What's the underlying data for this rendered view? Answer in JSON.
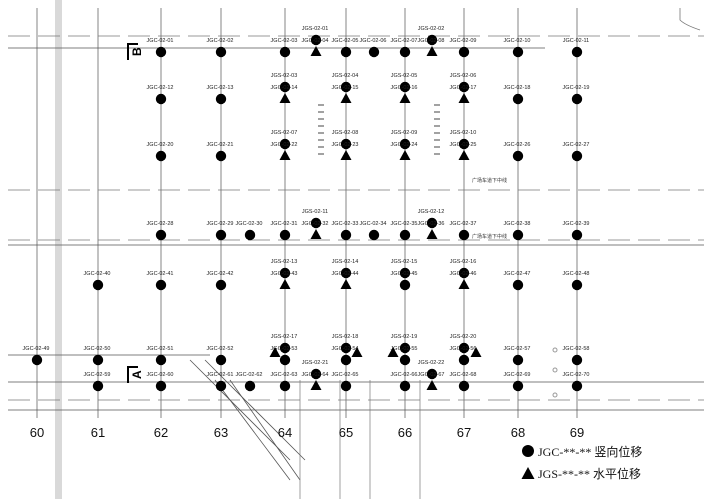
{
  "section_markers": [
    "B",
    "A"
  ],
  "axes": [
    "60",
    "61",
    "62",
    "63",
    "64",
    "65",
    "66",
    "67",
    "68",
    "69"
  ],
  "legend": [
    {
      "symbol": "circle",
      "code": "JGC-**-**",
      "meaning": "竖向位移"
    },
    {
      "symbol": "triangle",
      "code": "JGS-**-**",
      "meaning": "水平位移"
    }
  ],
  "side_labels": [
    "广场车道下中线",
    "广场车道下中线"
  ],
  "points": [
    {
      "label": "JGC-02-01",
      "col": "62",
      "row": "r1",
      "type": "circle"
    },
    {
      "label": "JGC-02-02",
      "col": "63",
      "row": "r1",
      "type": "circle"
    },
    {
      "label": "JGC-02-03",
      "col": "64",
      "row": "r1",
      "type": "circle"
    },
    {
      "label": "JGS-02-01",
      "col": "64.5",
      "row": "r1a",
      "type": "circle"
    },
    {
      "label": "JGC-02-04",
      "col": "64.5",
      "row": "r1",
      "type": "triangle"
    },
    {
      "label": "JGC-02-05",
      "col": "65",
      "row": "r1",
      "type": "circle"
    },
    {
      "label": "JGC-02-06",
      "col": "65.5",
      "row": "r1",
      "type": "circle"
    },
    {
      "label": "JGC-02-07",
      "col": "66",
      "row": "r1",
      "type": "circle"
    },
    {
      "label": "JGS-02-02",
      "col": "66.5",
      "row": "r1a",
      "type": "circle"
    },
    {
      "label": "JGC-02-08",
      "col": "66.5",
      "row": "r1",
      "type": "triangle"
    },
    {
      "label": "JGC-02-09",
      "col": "67",
      "row": "r1",
      "type": "circle"
    },
    {
      "label": "JGC-02-10",
      "col": "68",
      "row": "r1",
      "type": "circle"
    },
    {
      "label": "JGC-02-11",
      "col": "69",
      "row": "r1",
      "type": "circle"
    },
    {
      "label": "JGC-02-12",
      "col": "62",
      "row": "r2",
      "type": "circle"
    },
    {
      "label": "JGC-02-13",
      "col": "63",
      "row": "r2",
      "type": "circle"
    },
    {
      "label": "JGS-02-03",
      "col": "64",
      "row": "r2a",
      "type": "circle"
    },
    {
      "label": "JGC-02-14",
      "col": "64",
      "row": "r2",
      "type": "triangle"
    },
    {
      "label": "JGS-02-04",
      "col": "65",
      "row": "r2a",
      "type": "circle"
    },
    {
      "label": "JGC-02-15",
      "col": "65",
      "row": "r2",
      "type": "triangle"
    },
    {
      "label": "JGS-02-05",
      "col": "66",
      "row": "r2a",
      "type": "circle"
    },
    {
      "label": "JGC-02-16",
      "col": "66",
      "row": "r2",
      "type": "triangle"
    },
    {
      "label": "JGS-02-06",
      "col": "67",
      "row": "r2a",
      "type": "circle"
    },
    {
      "label": "JGC-02-17",
      "col": "67",
      "row": "r2",
      "type": "triangle"
    },
    {
      "label": "JGC-02-18",
      "col": "68",
      "row": "r2",
      "type": "circle"
    },
    {
      "label": "JGC-02-19",
      "col": "69",
      "row": "r2",
      "type": "circle"
    },
    {
      "label": "JGC-02-20",
      "col": "62",
      "row": "r3",
      "type": "circle"
    },
    {
      "label": "JGC-02-21",
      "col": "63",
      "row": "r3",
      "type": "circle"
    },
    {
      "label": "JGS-02-07",
      "col": "64",
      "row": "r3a",
      "type": "circle"
    },
    {
      "label": "JGC-02-22",
      "col": "64",
      "row": "r3",
      "type": "triangle"
    },
    {
      "label": "JGS-02-08",
      "col": "65",
      "row": "r3a",
      "type": "circle"
    },
    {
      "label": "JGC-02-23",
      "col": "65",
      "row": "r3",
      "type": "triangle"
    },
    {
      "label": "JGS-02-09",
      "col": "66",
      "row": "r3a",
      "type": "circle"
    },
    {
      "label": "JGC-02-24",
      "col": "66",
      "row": "r3",
      "type": "triangle"
    },
    {
      "label": "JGS-02-10",
      "col": "67",
      "row": "r3a",
      "type": "circle"
    },
    {
      "label": "JGC-02-25",
      "col": "67",
      "row": "r3",
      "type": "triangle"
    },
    {
      "label": "JGC-02-26",
      "col": "68",
      "row": "r3",
      "type": "circle"
    },
    {
      "label": "JGC-02-27",
      "col": "69",
      "row": "r3",
      "type": "circle"
    },
    {
      "label": "JGC-02-28",
      "col": "62",
      "row": "r4",
      "type": "circle"
    },
    {
      "label": "JGC-02-29",
      "col": "63",
      "row": "r4",
      "type": "circle"
    },
    {
      "label": "JGC-02-30",
      "col": "63.5",
      "row": "r4",
      "type": "circle"
    },
    {
      "label": "JGC-02-31",
      "col": "64",
      "row": "r4",
      "type": "circle"
    },
    {
      "label": "JGS-02-11",
      "col": "64.5",
      "row": "r4a",
      "type": "circle"
    },
    {
      "label": "JGC-02-32",
      "col": "64.5",
      "row": "r4",
      "type": "triangle"
    },
    {
      "label": "JGC-02-33",
      "col": "65",
      "row": "r4",
      "type": "circle"
    },
    {
      "label": "JGC-02-34",
      "col": "65.5",
      "row": "r4",
      "type": "circle"
    },
    {
      "label": "JGC-02-35",
      "col": "66",
      "row": "r4",
      "type": "circle"
    },
    {
      "label": "JGS-02-12",
      "col": "66.5",
      "row": "r4a",
      "type": "circle"
    },
    {
      "label": "JGC-02-36",
      "col": "66.5",
      "row": "r4",
      "type": "triangle"
    },
    {
      "label": "JGC-02-37",
      "col": "67",
      "row": "r4",
      "type": "circle"
    },
    {
      "label": "JGC-02-38",
      "col": "68",
      "row": "r4",
      "type": "circle"
    },
    {
      "label": "JGC-02-39",
      "col": "69",
      "row": "r4",
      "type": "circle"
    },
    {
      "label": "JGC-02-40",
      "col": "61",
      "row": "r5",
      "type": "circle"
    },
    {
      "label": "JGC-02-41",
      "col": "62",
      "row": "r5",
      "type": "circle"
    },
    {
      "label": "JGC-02-42",
      "col": "63",
      "row": "r5",
      "type": "circle"
    },
    {
      "label": "JGS-02-13",
      "col": "64",
      "row": "r5a",
      "type": "circle"
    },
    {
      "label": "JGC-02-43",
      "col": "64",
      "row": "r5",
      "type": "triangle"
    },
    {
      "label": "JGS-02-14",
      "col": "65",
      "row": "r5a",
      "type": "circle"
    },
    {
      "label": "JGC-02-44",
      "col": "65",
      "row": "r5",
      "type": "triangle"
    },
    {
      "label": "JGS-02-15",
      "col": "66",
      "row": "r5a",
      "type": "circle"
    },
    {
      "label": "JGC-02-45",
      "col": "66",
      "row": "r5",
      "type": "circle"
    },
    {
      "label": "JGS-02-16",
      "col": "67",
      "row": "r5a",
      "type": "circle"
    },
    {
      "label": "JGC-02-46",
      "col": "67",
      "row": "r5",
      "type": "triangle"
    },
    {
      "label": "JGC-02-47",
      "col": "68",
      "row": "r5",
      "type": "circle"
    },
    {
      "label": "JGC-02-48",
      "col": "69",
      "row": "r5",
      "type": "circle"
    },
    {
      "label": "JGC-02-49",
      "col": "60",
      "row": "r6",
      "type": "circle"
    },
    {
      "label": "JGC-02-50",
      "col": "61",
      "row": "r6",
      "type": "circle"
    },
    {
      "label": "JGC-02-51",
      "col": "62",
      "row": "r6",
      "type": "circle"
    },
    {
      "label": "JGC-02-52",
      "col": "63",
      "row": "r6",
      "type": "circle"
    },
    {
      "label": "JGS-02-17",
      "col": "64",
      "row": "r6a",
      "type": "circle"
    },
    {
      "label": "JGC-02-53",
      "col": "64",
      "row": "r6",
      "type": "circle"
    },
    {
      "label": "JGS-02-18",
      "col": "65",
      "row": "r6a",
      "type": "circle"
    },
    {
      "label": "JGC-02-54",
      "col": "65",
      "row": "r6",
      "type": "circle"
    },
    {
      "label": "JGS-02-19",
      "col": "66",
      "row": "r6a",
      "type": "circle"
    },
    {
      "label": "JGC-02-55",
      "col": "66",
      "row": "r6",
      "type": "circle"
    },
    {
      "label": "JGS-02-20",
      "col": "67",
      "row": "r6a",
      "type": "circle"
    },
    {
      "label": "JGC-02-56",
      "col": "67",
      "row": "r6",
      "type": "circle"
    },
    {
      "label": "JGC-02-57",
      "col": "68",
      "row": "r6",
      "type": "circle"
    },
    {
      "label": "JGC-02-58",
      "col": "69",
      "row": "r6",
      "type": "circle"
    },
    {
      "label": "JGC-02-59",
      "col": "61",
      "row": "r7",
      "type": "circle"
    },
    {
      "label": "JGC-02-60",
      "col": "62",
      "row": "r7",
      "type": "circle"
    },
    {
      "label": "JGC-02-61",
      "col": "63",
      "row": "r7",
      "type": "circle"
    },
    {
      "label": "JGC-02-62",
      "col": "63.5",
      "row": "r7",
      "type": "circle"
    },
    {
      "label": "JGC-02-63",
      "col": "64",
      "row": "r7",
      "type": "circle"
    },
    {
      "label": "JGS-02-21",
      "col": "64.5",
      "row": "r7a",
      "type": "circle"
    },
    {
      "label": "JGC-02-64",
      "col": "64.5",
      "row": "r7",
      "type": "triangle"
    },
    {
      "label": "JGC-02-65",
      "col": "65",
      "row": "r7",
      "type": "circle"
    },
    {
      "label": "JGC-02-66",
      "col": "66",
      "row": "r7",
      "type": "circle"
    },
    {
      "label": "JGS-02-22",
      "col": "66.5",
      "row": "r7a",
      "type": "circle"
    },
    {
      "label": "JGC-02-67",
      "col": "66.5",
      "row": "r7",
      "type": "triangle"
    },
    {
      "label": "JGC-02-68",
      "col": "67",
      "row": "r7",
      "type": "circle"
    },
    {
      "label": "JGC-02-69",
      "col": "68",
      "row": "r7",
      "type": "circle"
    },
    {
      "label": "JGC-02-70",
      "col": "69",
      "row": "r7",
      "type": "circle"
    }
  ],
  "extra_triangles": [
    "64-r6-left",
    "65-r6-right",
    "66-r6-left",
    "67-r6-right"
  ]
}
